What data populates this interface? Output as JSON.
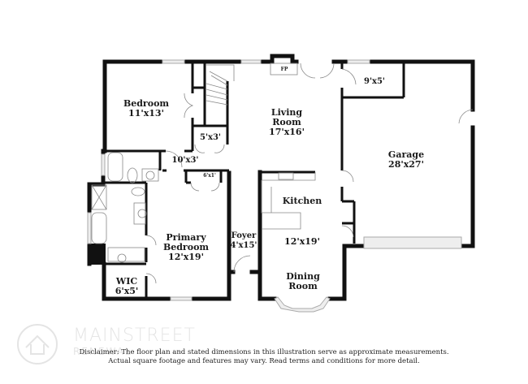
{
  "floor_plan": {
    "rooms": [
      {
        "id": "bedroom",
        "name": "Bedroom",
        "dims": "11'x13'"
      },
      {
        "id": "closet-5x3",
        "name": "",
        "dims": "5'x3'"
      },
      {
        "id": "hall-10x3",
        "name": "",
        "dims": "10'x3'"
      },
      {
        "id": "living-room",
        "name": "Living Room",
        "name_line1": "Living",
        "name_line2": "Room",
        "dims": "17'x16'"
      },
      {
        "id": "fireplace",
        "name": "FP"
      },
      {
        "id": "storage-9x5",
        "name": "",
        "dims": "9'x5'"
      },
      {
        "id": "garage",
        "name": "Garage",
        "dims": "28'x27'"
      },
      {
        "id": "closet-6x1",
        "name": "",
        "dims": "6'x1'"
      },
      {
        "id": "primary-bedroom",
        "name": "Primary Bedroom",
        "name_line1": "Primary",
        "name_line2": "Bedroom",
        "dims": "12'x19'"
      },
      {
        "id": "foyer",
        "name": "Foyer",
        "dims": "4'x15'"
      },
      {
        "id": "kitchen",
        "name": "Kitchen",
        "dims": "12'x19'"
      },
      {
        "id": "dining-room",
        "name": "Dining Room",
        "name_line1": "Dining",
        "name_line2": "Room"
      },
      {
        "id": "wic",
        "name": "WIC",
        "dims": "6'x5'"
      }
    ]
  },
  "branding": {
    "logo_text": "MAINSTREET",
    "logo_subtext": "RENEWAL"
  },
  "disclaimer": {
    "line1": "Disclaimer: The floor plan and stated dimensions in this illustration serve as approximate measurements.",
    "line2": "Actual square footage and features may vary. Read terms and conditions for more detail."
  },
  "colors": {
    "wall": "#111111",
    "window": "#cccccc",
    "fixture": "#888888",
    "background": "#ffffff"
  }
}
